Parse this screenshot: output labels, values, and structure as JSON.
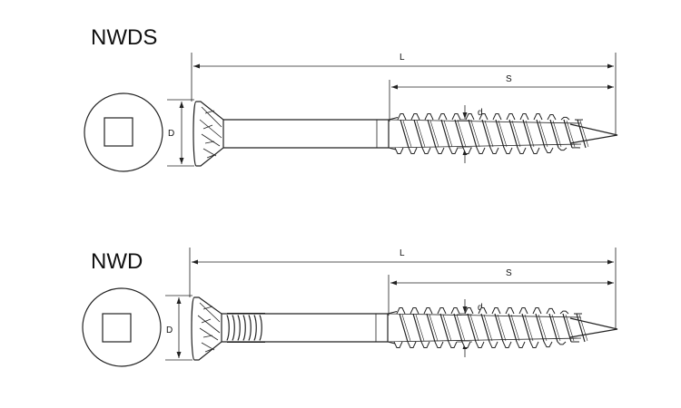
{
  "screws": [
    {
      "name": "NWDS",
      "labels": {
        "L": "L",
        "S": "S",
        "D": "D",
        "d": "d"
      },
      "head_thread": false
    },
    {
      "name": "NWD",
      "labels": {
        "L": "L",
        "S": "S",
        "D": "D",
        "d": "d"
      },
      "head_thread": true
    }
  ],
  "colors": {
    "ink": "#222222",
    "background": "#ffffff"
  },
  "icons": {
    "drive": "square-drive-icon"
  }
}
